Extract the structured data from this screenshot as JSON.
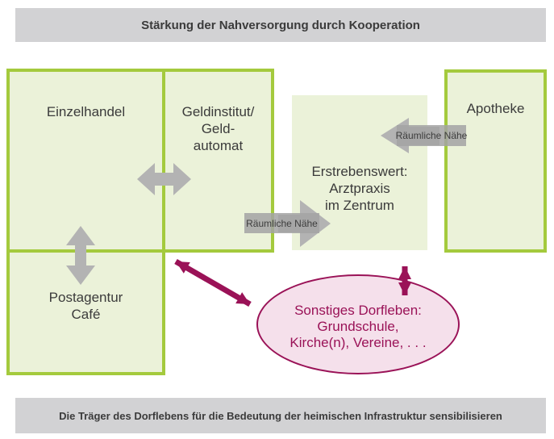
{
  "header": {
    "title": "Stärkung der Nahversorgung durch Kooperation"
  },
  "footer": {
    "text": "Die Träger des Dorflebens für die Bedeutung der heimischen Infrastruktur sensibilisieren"
  },
  "boxes": {
    "einzelhandel": {
      "label": "Einzelhandel"
    },
    "geldinstitut": {
      "label": "Geldinstitut/\nGeld-\nautomat"
    },
    "postagentur": {
      "label": "Postagentur\nCafé"
    },
    "apotheke": {
      "label": "Apotheke"
    },
    "arztpraxis": {
      "label": "Erstrebenswert:\nArztpraxis\nim Zentrum"
    }
  },
  "ellipse": {
    "label": "Sonstiges Dorfleben:\nGrundschule,\nKirche(n), Vereine, . . ."
  },
  "arrow_labels": {
    "proximity_left": "Räumliche Nähe",
    "proximity_right": "Räumliche Nähe"
  },
  "colors": {
    "green_border": "#a4ca3d",
    "box_fill": "#ebf2d9",
    "magenta": "#9a1257",
    "ellipse_fill": "#f5e0eb",
    "gray_arrow": "#b3b3b3",
    "bar_fill": "#d2d2d4",
    "text_dark": "#3b3b3b"
  }
}
